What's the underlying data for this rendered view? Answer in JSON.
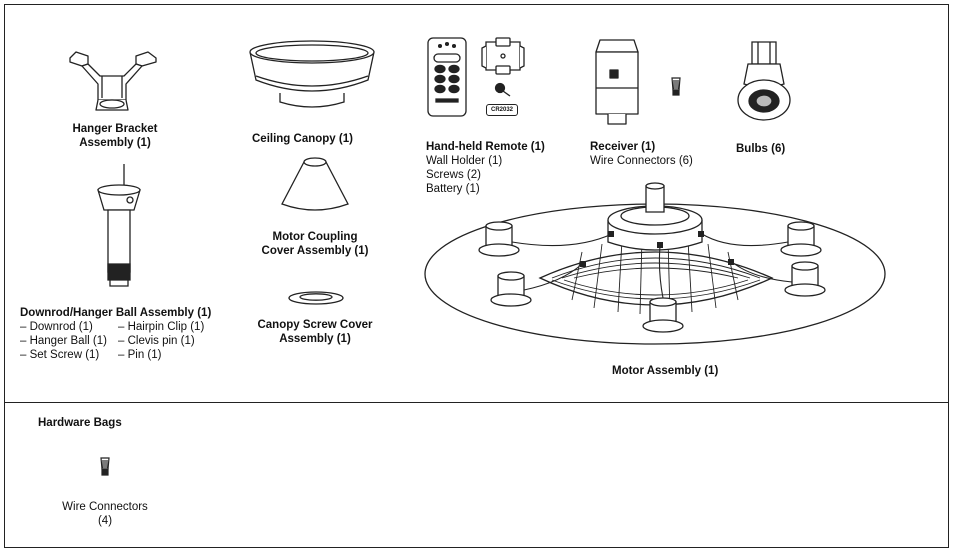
{
  "items": {
    "hanger_bracket": {
      "line1": "Hanger Bracket",
      "line2": "Assembly (1)"
    },
    "ceiling_canopy": {
      "label": "Ceiling Canopy (1)"
    },
    "remote": {
      "label": "Hand-held Remote (1)",
      "subs": [
        "Wall Holder (1)",
        "Screws (2)",
        "Battery (1)"
      ],
      "battery_text": "CR2032"
    },
    "receiver": {
      "label": "Receiver (1)",
      "sub": "Wire Connectors (6)"
    },
    "bulbs": {
      "label": "Bulbs (6)"
    },
    "downrod": {
      "label": "Downrod/Hanger Ball Assembly (1)",
      "rows": [
        [
          "– Downrod (1)",
          "– Hairpin Clip (1)"
        ],
        [
          "– Hanger Ball (1)",
          "– Clevis pin (1)"
        ],
        [
          "– Set Screw (1)",
          "– Pin (1)"
        ]
      ]
    },
    "motor_coupling": {
      "line1": "Motor Coupling",
      "line2": "Cover Assembly (1)"
    },
    "canopy_screw_cover": {
      "line1": "Canopy Screw Cover",
      "line2": "Assembly (1)"
    },
    "motor_assembly": {
      "label": "Motor Assembly (1)"
    }
  },
  "hardware": {
    "title": "Hardware Bags",
    "wire_connectors": {
      "line1": "Wire Connectors",
      "line2": "(4)"
    }
  }
}
